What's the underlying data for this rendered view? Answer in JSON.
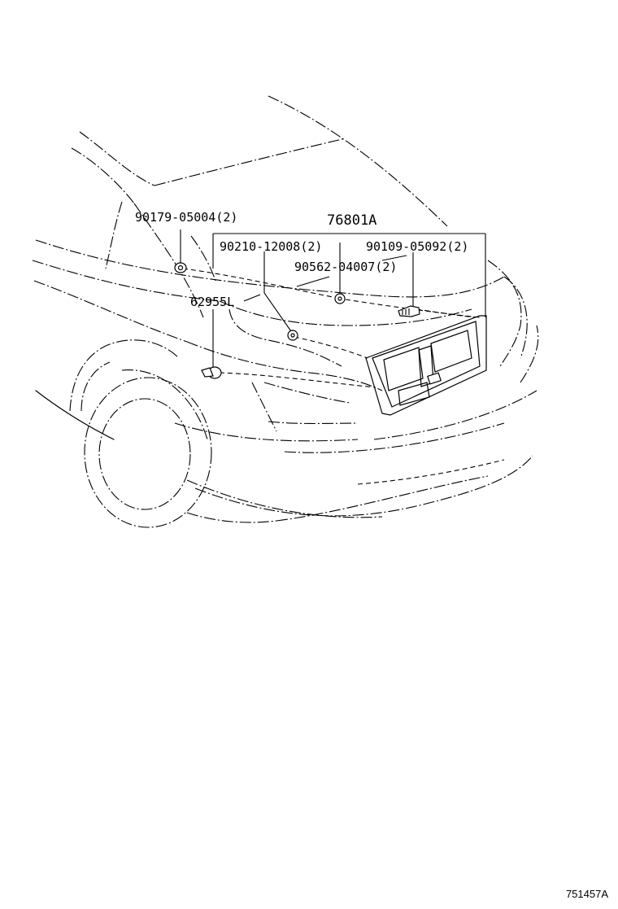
{
  "diagram": {
    "parts": {
      "assembly": "76801A",
      "bolt_upper_left": "90179-05004(2)",
      "bolt_center": "90210-12008(2)",
      "bolt_right": "90109-05092(2)",
      "clip": "90562-04007(2)",
      "lamp": "62955L"
    },
    "reference_number": "751457A"
  }
}
